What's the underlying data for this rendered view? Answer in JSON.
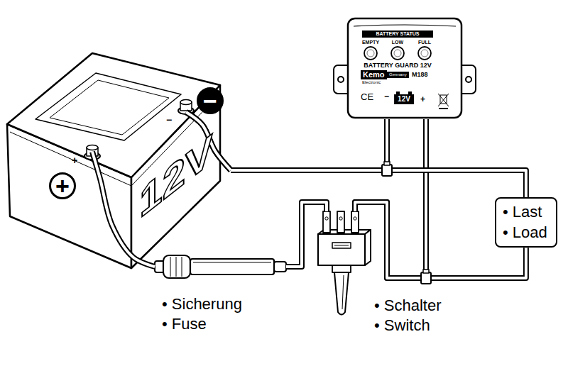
{
  "diagram": {
    "nodes": [
      {
        "text": [
          "BATTERY STATUS",
          "EMPTY",
          "LOW",
          "FULL",
          "BATTERY GUARD 12V",
          "Kemo",
          "Germany",
          "M188",
          "Electronic",
          "CE",
          "−",
          "12V",
          "+"
        ]
      },
      {
        "text": [
          "12V",
          "+",
          "−"
        ]
      },
      {
        "text": [
          "• Sicherung",
          "• Fuse"
        ]
      },
      {
        "text": [
          "• Schalter",
          "• Switch"
        ]
      },
      {
        "text": [
          "• Last",
          "• Load"
        ]
      }
    ],
    "edges": [
      {
        "from": 1,
        "to": 2,
        "arrow": "none"
      },
      {
        "from": 2,
        "to": 3,
        "arrow": "none"
      },
      {
        "from": 3,
        "to": 4,
        "arrow": "none"
      },
      {
        "from": 3,
        "to": 0,
        "arrow": "none"
      },
      {
        "from": 1,
        "to": 4,
        "arrow": "none"
      },
      {
        "from": 1,
        "to": 0,
        "arrow": "none"
      }
    ],
    "labels": [
      "+",
      "−"
    ]
  }
}
